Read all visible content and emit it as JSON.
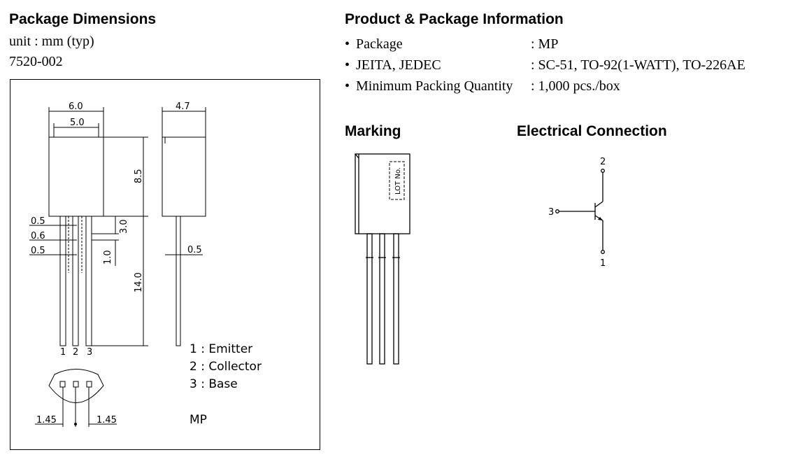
{
  "package_dimensions": {
    "title": "Package Dimensions",
    "unit": "unit : mm (typ)",
    "code": "7520-002",
    "dimensions": {
      "width_outer": "6.0",
      "width_inner": "5.0",
      "body_height": "8.5",
      "lead_width_a": "0.5",
      "lead_pitch": "0.6",
      "lead_width_b": "0.5",
      "lead_shoulder": "3.0",
      "lead_step": "1.0",
      "lead_length": "14.0",
      "thickness": "4.7",
      "lead_thickness": "0.5",
      "bottom_left": "1.45",
      "bottom_right": "1.45"
    },
    "pin_numbers": [
      "1",
      "2",
      "3"
    ],
    "pin_names": [
      "1 : Emitter",
      "2 : Collector",
      "3 : Base"
    ],
    "package_label": "MP"
  },
  "product_info": {
    "title": "Product & Package Information",
    "bullet": "•",
    "rows": [
      {
        "label": "Package",
        "value": ": MP"
      },
      {
        "label": "JEITA, JEDEC",
        "value": ": SC-51, TO-92(1-WATT), TO-226AE"
      },
      {
        "label": "Minimum Packing Quantity",
        "value": ": 1,000 pcs./box"
      }
    ]
  },
  "marking": {
    "title": "Marking",
    "lot_label": "LOT No."
  },
  "electrical": {
    "title": "Electrical Connection",
    "pins": {
      "collector": "2",
      "base": "3",
      "emitter": "1"
    }
  }
}
